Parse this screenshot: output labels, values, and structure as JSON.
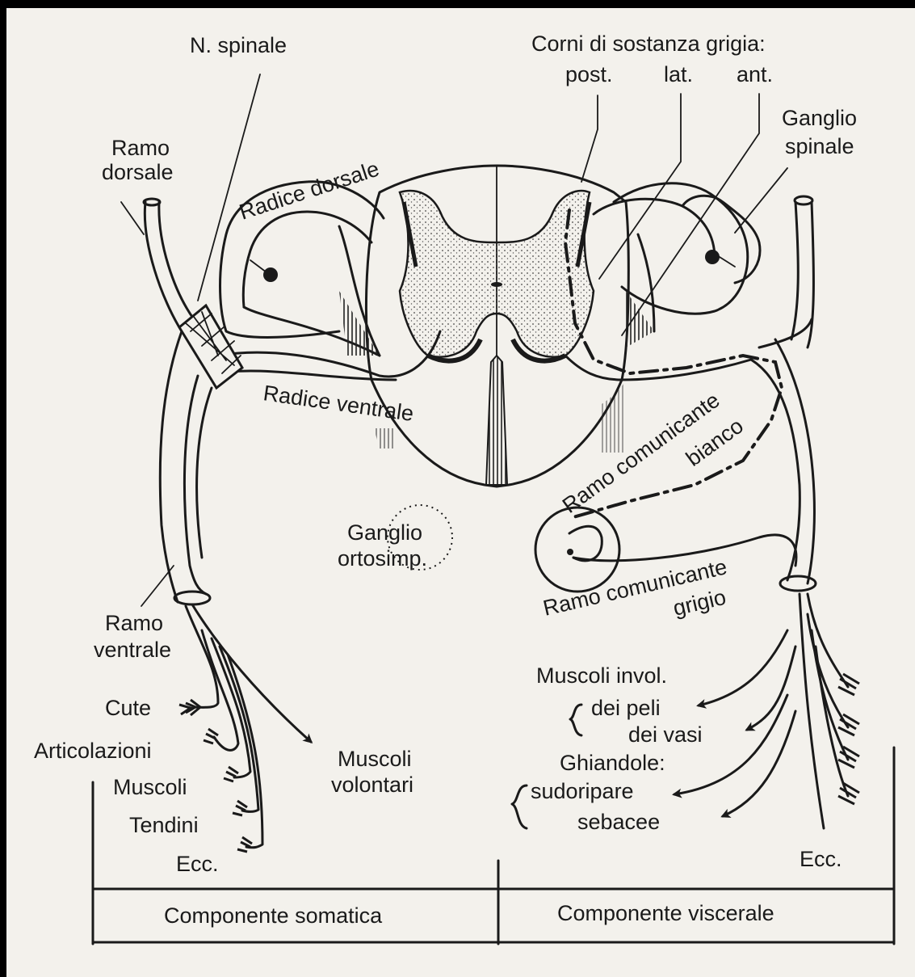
{
  "labels": {
    "n_spinale": "N. spinale",
    "corni_title": "Corni di sostanza grigia:",
    "post": "post.",
    "lat": "lat.",
    "ant": "ant.",
    "ganglio_spinale_1": "Ganglio",
    "ganglio_spinale_2": "spinale",
    "ramo_dorsale_1": "Ramo",
    "ramo_dorsale_2": "dorsale",
    "radice_dorsale": "Radice dorsale",
    "radice_ventrale": "Radice ventrale",
    "ramo_com_bianco_1": "Ramo comunicante",
    "ramo_com_bianco_2": "bianco",
    "ganglio_ortosimp_1": "Ganglio",
    "ganglio_ortosimp_2": "ortosimp.",
    "ramo_com_grigio_1": "Ramo comunicante",
    "ramo_com_grigio_2": "grigio",
    "ramo_ventrale_1": "Ramo",
    "ramo_ventrale_2": "ventrale",
    "cute": "Cute",
    "articolazioni": "Articolazioni",
    "muscoli": "Muscoli",
    "tendini": "Tendini",
    "ecc_left": "Ecc.",
    "muscoli_volontari_1": "Muscoli",
    "muscoli_volontari_2": "volontari",
    "muscoli_invol": "Muscoli invol.",
    "dei_peli": "dei peli",
    "dei_vasi": "dei vasi",
    "ghiandole": "Ghiandole:",
    "sudoripare": "sudoripare",
    "sebacee": "sebacee",
    "ecc_right": "Ecc."
  },
  "footer": {
    "somatica": "Componente somatica",
    "viscerale": "Componente viscerale"
  }
}
